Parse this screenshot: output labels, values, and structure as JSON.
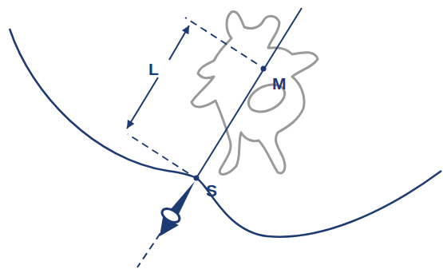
{
  "diagram": {
    "labels": [
      "L",
      "M",
      "S"
    ]
  }
}
